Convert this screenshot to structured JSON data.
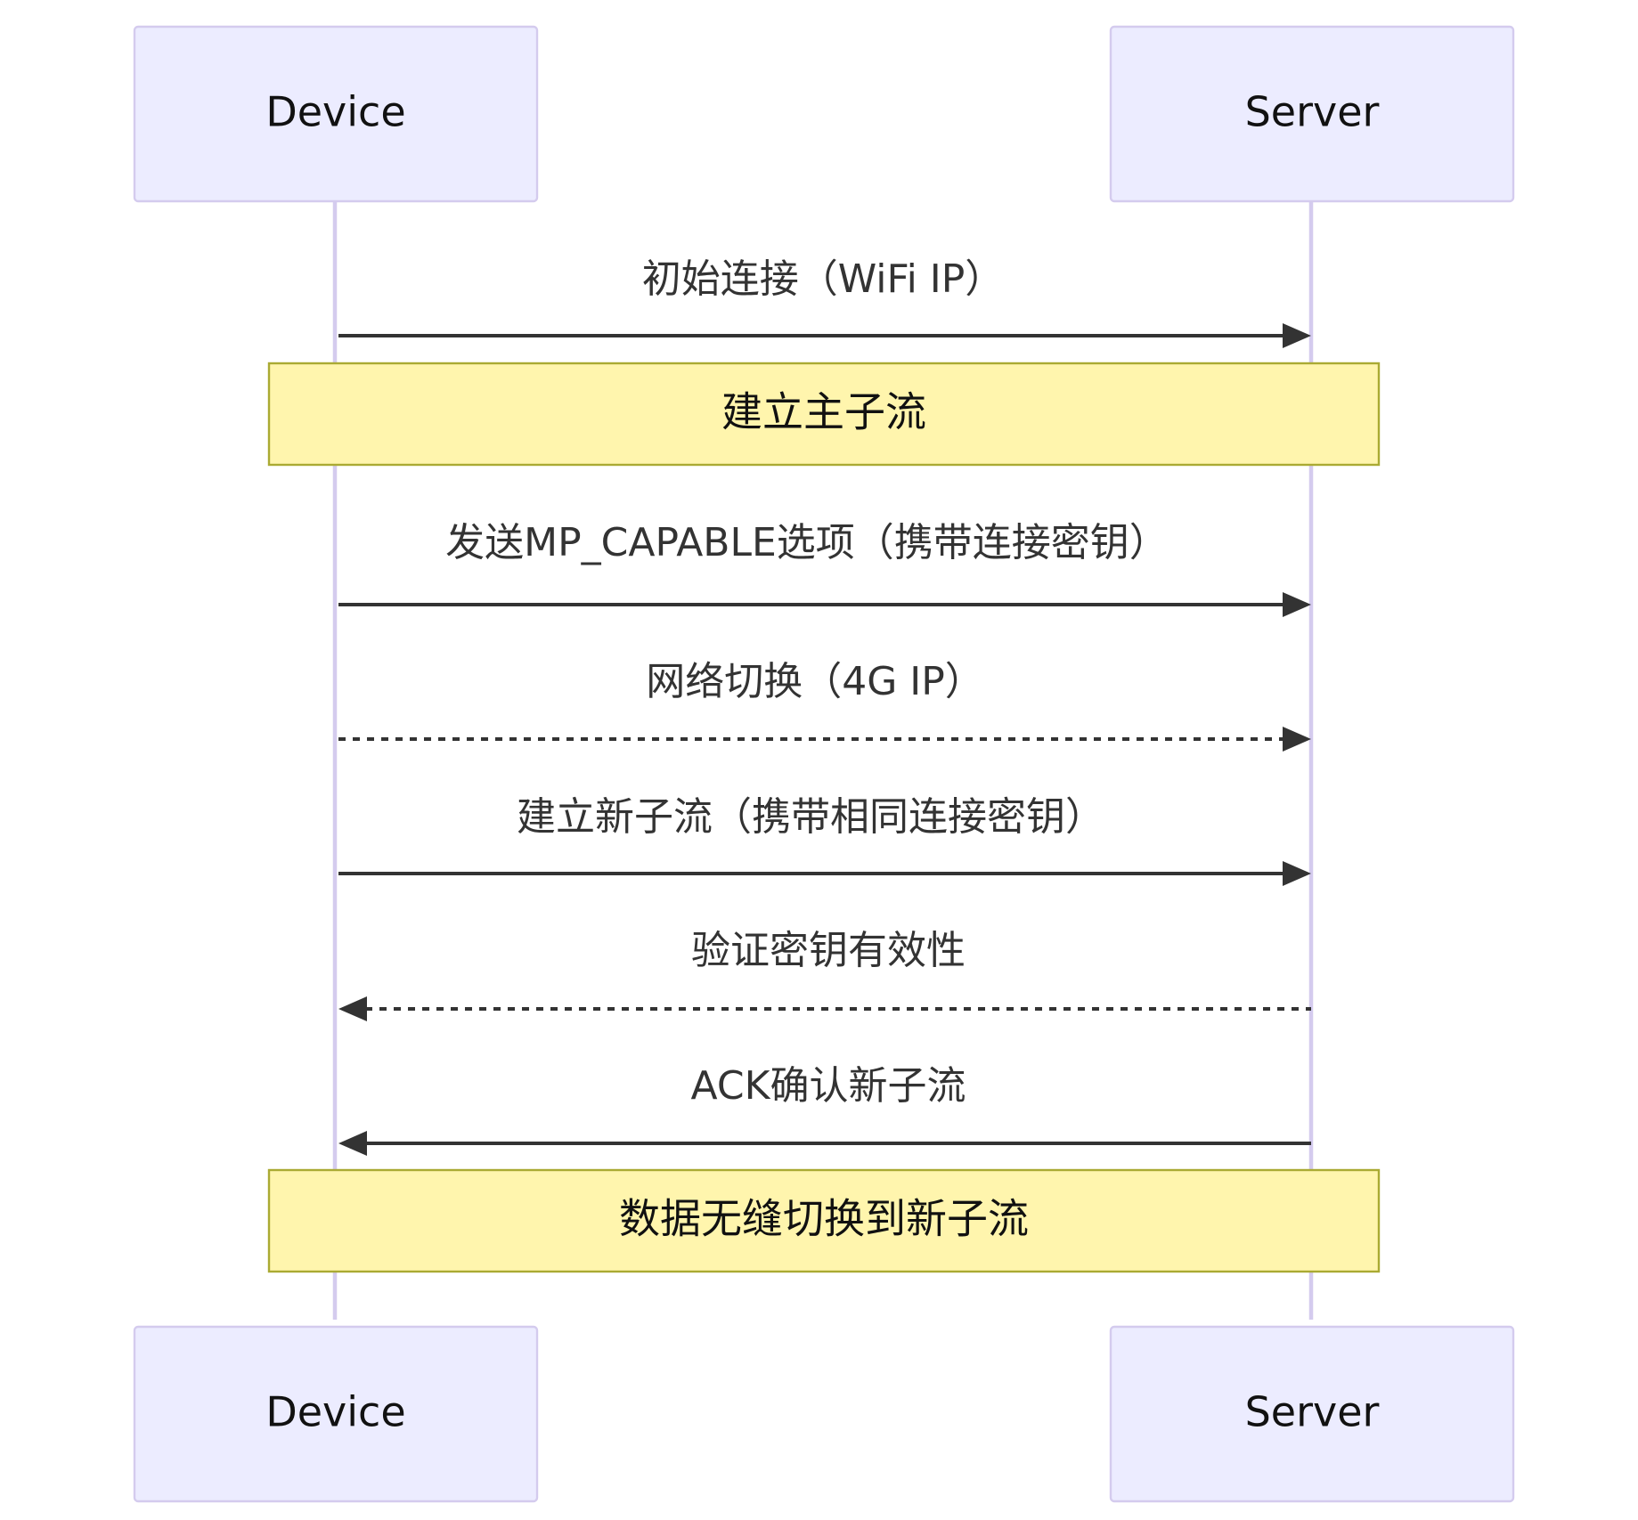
{
  "participants": {
    "left": "Device",
    "right": "Server"
  },
  "messages": [
    {
      "text": "初始连接（WiFi IP）",
      "direction": "right",
      "style": "solid"
    },
    {
      "text": "发送MP_CAPABLE选项（携带连接密钥）",
      "direction": "right",
      "style": "solid"
    },
    {
      "text": "网络切换（4G IP）",
      "direction": "right",
      "style": "dashed"
    },
    {
      "text": "建立新子流（携带相同连接密钥）",
      "direction": "right",
      "style": "solid"
    },
    {
      "text": "验证密钥有效性",
      "direction": "left",
      "style": "dashed"
    },
    {
      "text": "ACK确认新子流",
      "direction": "left",
      "style": "solid"
    }
  ],
  "notes": [
    {
      "text": "建立主子流"
    },
    {
      "text": "数据无缝切换到新子流"
    }
  ],
  "colors": {
    "actor_fill": "#ECECFF",
    "actor_stroke": "#D4CBEE",
    "note_fill": "#FFF5AD",
    "note_stroke": "#AAAA33",
    "line": "#333333"
  }
}
